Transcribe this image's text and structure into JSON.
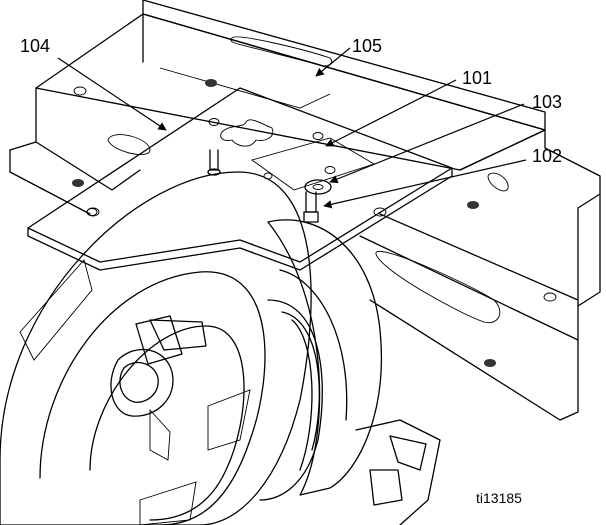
{
  "callouts": {
    "c104": "104",
    "c105": "105",
    "c101": "101",
    "c103": "103",
    "c102": "102"
  },
  "figure_id": "ti13185"
}
